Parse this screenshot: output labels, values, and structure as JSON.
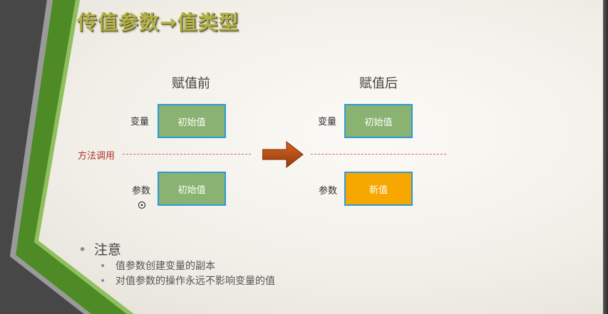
{
  "slide": {
    "title": "传值参数→值类型",
    "before": {
      "heading": "赋值前",
      "variable_label": "变量",
      "variable_value": "初始值",
      "parameter_label": "参数",
      "parameter_value": "初始值"
    },
    "after": {
      "heading": "赋值后",
      "variable_label": "变量",
      "variable_value": "初始值",
      "parameter_label": "参数",
      "parameter_value": "新值"
    },
    "method_call_label": "方法调用",
    "notes": {
      "heading": "注意",
      "items": [
        "值参数创建变量的副本",
        "对值参数的操作永远不影响变量的值"
      ]
    }
  },
  "colors": {
    "title": "#b5b24a",
    "box_green": "#8ab270",
    "box_orange": "#f6a800",
    "box_border": "#2e9ad9",
    "call_line": "#d9646b",
    "arrow": "#b34a12",
    "stripe_green": "#4e8a26",
    "stripe_dark": "#3a3a3a"
  }
}
